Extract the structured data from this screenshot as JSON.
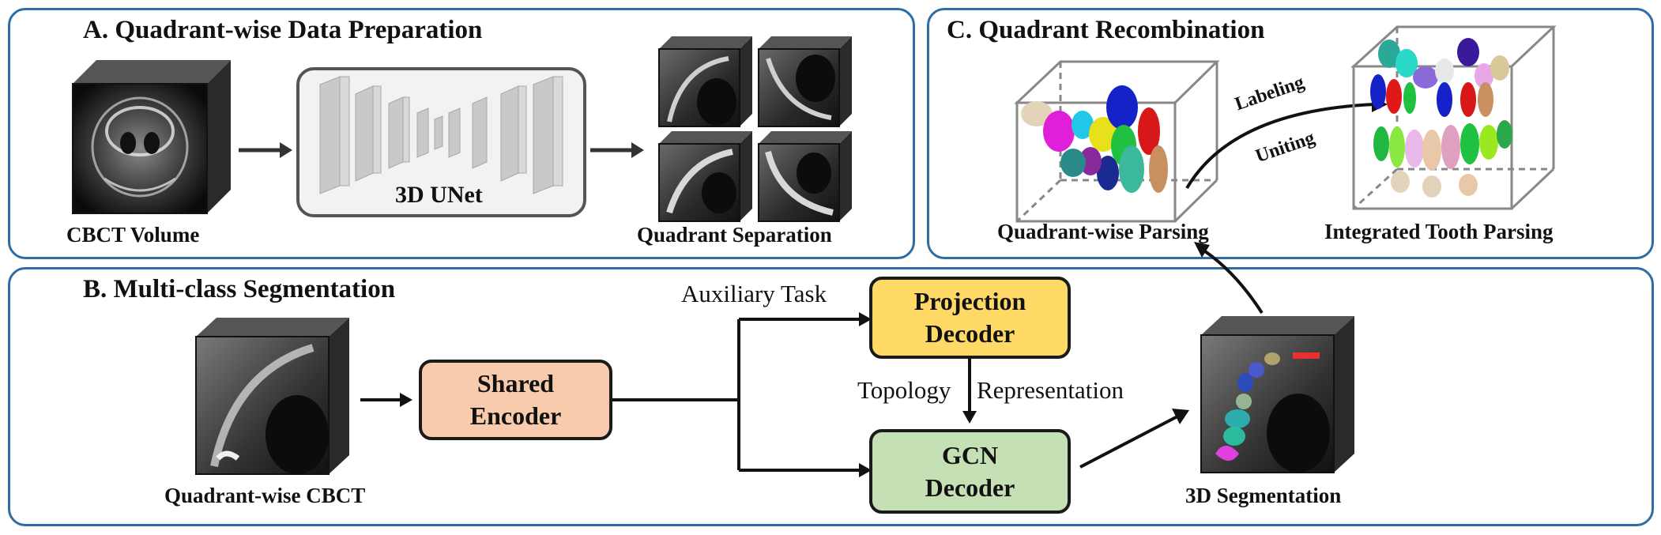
{
  "panels": {
    "a_title": "A. Quadrant-wise Data Preparation",
    "b_title": "B. Multi-class Segmentation",
    "c_title": "C. Quadrant Recombination"
  },
  "panel_a": {
    "input_label": "CBCT Volume",
    "unet_label": "3D UNet",
    "output_label": "Quadrant Separation"
  },
  "panel_b": {
    "input_label": "Quadrant-wise CBCT",
    "encoder_label": "Shared\nEncoder",
    "projection_label": "Projection\nDecoder",
    "gcn_label": "GCN\nDecoder",
    "aux_task": "Auxiliary Task",
    "topology": "Topology",
    "representation": "Representation",
    "output_label": "3D Segmentation"
  },
  "panel_c": {
    "left_label": "Quadrant-wise Parsing",
    "right_label": "Integrated Tooth Parsing",
    "labeling": "Labeling",
    "uniting": "Uniting"
  },
  "colors": {
    "panel_border": "#2e6da4",
    "encoder_fill": "#f8cbad",
    "projection_fill": "#ffd966",
    "gcn_fill": "#c5e0b4",
    "unet_fill": "#f2f2f2"
  }
}
